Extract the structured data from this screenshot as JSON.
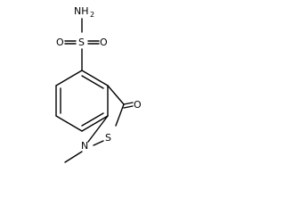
{
  "molecule": {
    "atom_labels": {
      "sulfonamide_nh2_n": "NH",
      "sulfonamide_nh2_sub": "2",
      "sulfonyl_s": "S",
      "sulfonyl_o_left": "O",
      "sulfonyl_o_right": "O",
      "carbonyl_o": "O",
      "ring_s": "S",
      "ring_n": "N"
    }
  }
}
